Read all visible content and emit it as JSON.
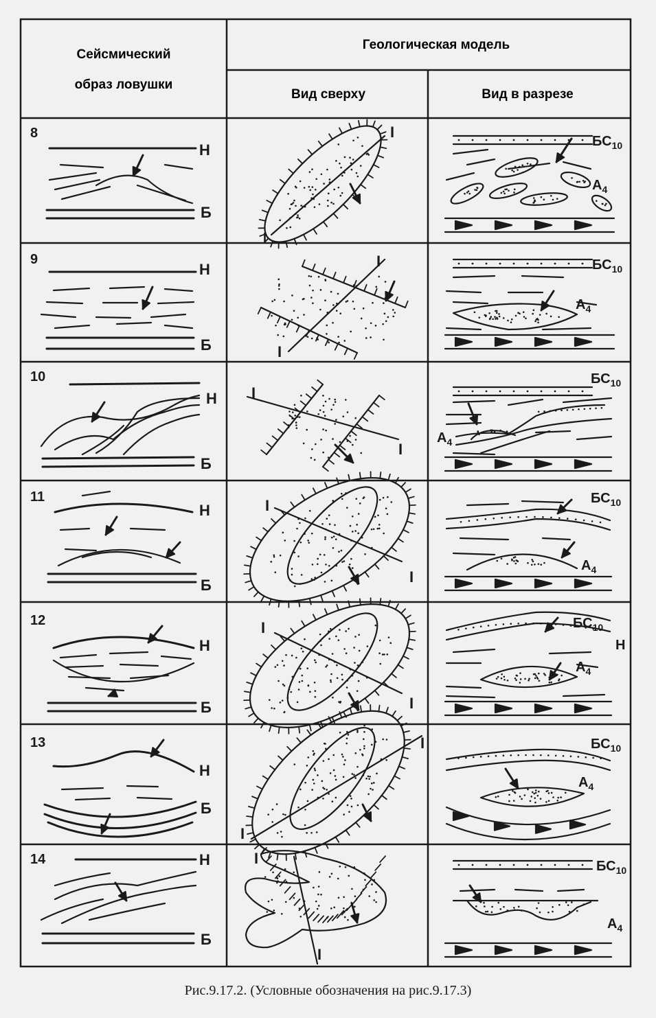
{
  "header": {
    "col1": "Сейсмический образ ловушки",
    "col1_line1": "Сейсмический",
    "col1_line2": "образ ловушки",
    "group": "Геологическая модель",
    "col2": "Вид сверху",
    "col3": "Вид в разрезе"
  },
  "rows": [
    {
      "num": "8"
    },
    {
      "num": "9"
    },
    {
      "num": "10"
    },
    {
      "num": "11"
    },
    {
      "num": "12"
    },
    {
      "num": "13"
    },
    {
      "num": "14"
    }
  ],
  "labels": {
    "top_reflector": "Н",
    "bottom_reflector": "Б",
    "profile_line": "I",
    "seal_layer": "БС",
    "seal_layer_sub": "10",
    "reservoir": "А",
    "reservoir_sub": "4"
  },
  "caption": "Рис.9.17.2. (Условные обозначения на рис.9.17.3)",
  "colors": {
    "ink": "#1a1a1a",
    "paper": "#f1f1ef"
  }
}
